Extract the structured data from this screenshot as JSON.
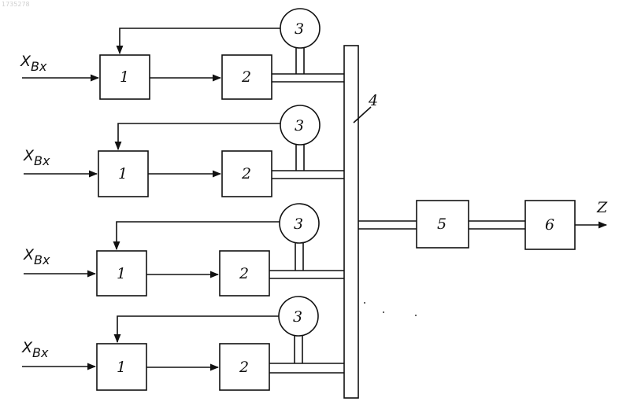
{
  "corner_text": "1735278",
  "input_label": {
    "main": "X",
    "sub": "Bx"
  },
  "output_label": "Z",
  "block_labels": {
    "b1": "1",
    "b2": "2",
    "b3": "3",
    "bus": "4",
    "b5": "5",
    "b6": "6"
  },
  "channel_count": 4
}
